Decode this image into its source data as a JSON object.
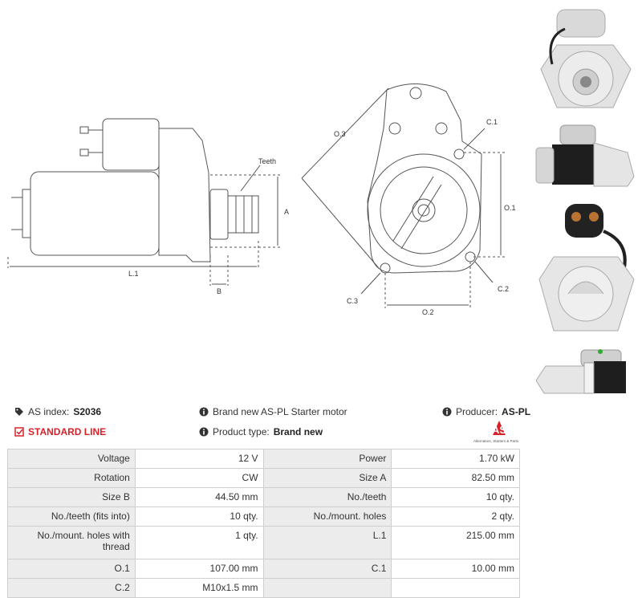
{
  "diagram": {
    "labels": {
      "teeth": "Teeth",
      "a": "A",
      "b": "B",
      "l1": "L.1",
      "o1": "O.1",
      "o2": "O.2",
      "o3": "O.3",
      "c1": "C.1",
      "c2": "C.2",
      "c3": "C.3"
    }
  },
  "info": {
    "as_index_label": "AS index:",
    "as_index_value": "S2036",
    "standard_line": "STANDARD LINE",
    "description": "Brand new AS-PL Starter motor",
    "product_type_label": "Product type:",
    "product_type_value": "Brand new",
    "producer_label": "Producer:",
    "producer_value": "AS-PL",
    "logo_text": "AS",
    "logo_tagline": "Alternators, Starters & Parts"
  },
  "specs": [
    {
      "label1": "Voltage",
      "value1": "12 V",
      "label2": "Power",
      "value2": "1.70 kW"
    },
    {
      "label1": "Rotation",
      "value1": "CW",
      "label2": "Size A",
      "value2": "82.50 mm"
    },
    {
      "label1": "Size B",
      "value1": "44.50 mm",
      "label2": "No./teeth",
      "value2": "10 qty."
    },
    {
      "label1": "No./teeth (fits into)",
      "value1": "10 qty.",
      "label2": "No./mount. holes",
      "value2": "2 qty."
    },
    {
      "label1": "No./mount. holes with thread",
      "value1": "1 qty.",
      "label2": "L.1",
      "value2": "215.00 mm"
    },
    {
      "label1": "O.1",
      "value1": "107.00 mm",
      "label2": "C.1",
      "value2": "10.00 mm"
    },
    {
      "label1": "C.2",
      "value1": "M10x1.5 mm",
      "label2": "",
      "value2": ""
    }
  ],
  "colors": {
    "accent": "#d8222a",
    "label_bg": "#ececec",
    "border": "#cfcfcf",
    "line": "#555555"
  }
}
